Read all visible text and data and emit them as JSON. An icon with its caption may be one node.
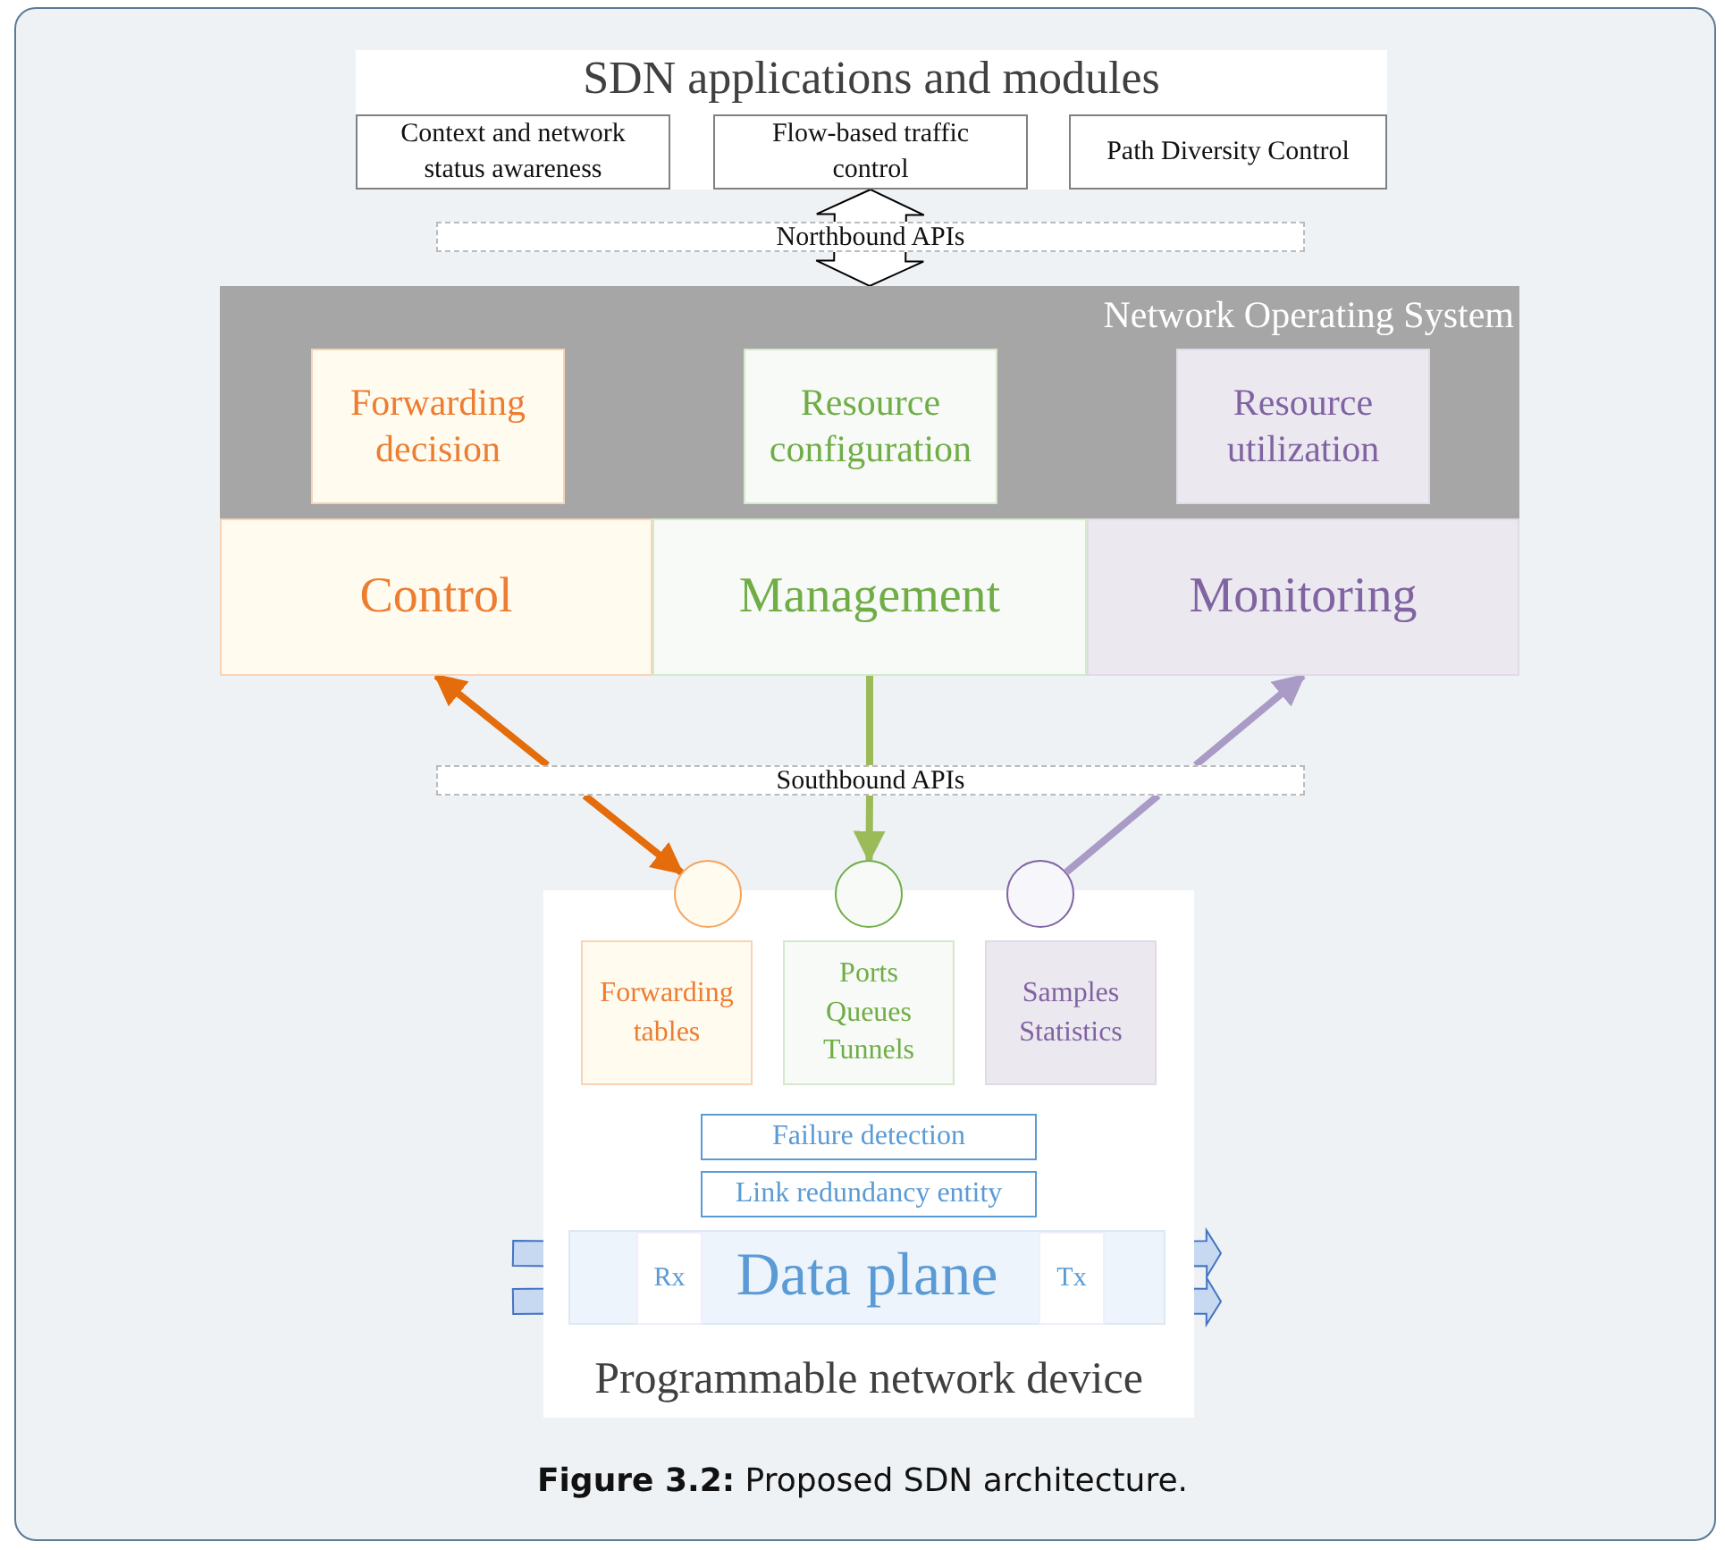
{
  "diagram": {
    "caption": "**Figure 3.2:** Proposed SDN architecture.",
    "nodes": [
      {
        "text": [
          "SDN applications and modules"
        ]
      },
      {
        "text": [
          "Context and network status awareness"
        ],
        "in": 0
      },
      {
        "text": [
          "Flow-based traffic control"
        ],
        "in": 0
      },
      {
        "text": [
          "Path Diversity Control"
        ],
        "in": 0
      },
      {
        "text": [
          "Northbound APIs"
        ]
      },
      {
        "text": [
          "Network Operating System"
        ]
      },
      {
        "text": [
          "Forwarding decision"
        ],
        "in": 5
      },
      {
        "text": [
          "Resource configuration"
        ],
        "in": 5
      },
      {
        "text": [
          "Resource utilization"
        ],
        "in": 5
      },
      {
        "text": [
          "Control"
        ]
      },
      {
        "text": [
          "Management"
        ]
      },
      {
        "text": [
          "Monitoring"
        ]
      },
      {
        "text": [
          "Southbound APIs"
        ]
      },
      {
        "text": [
          "Programmable network device"
        ]
      },
      {
        "text": [],
        "shape": "circle"
      },
      {
        "text": [],
        "shape": "circle"
      },
      {
        "text": [],
        "shape": "circle"
      },
      {
        "text": [
          "Forwarding tables"
        ],
        "in": 13
      },
      {
        "text": [
          "Ports Queues Tunnels"
        ],
        "in": 13
      },
      {
        "text": [
          "Samples Statistics"
        ],
        "in": 13
      },
      {
        "text": [
          "Failure detection"
        ],
        "in": 13
      },
      {
        "text": [
          "Link redundancy entity"
        ],
        "in": 13
      },
      {
        "text": [
          "Data plane"
        ],
        "in": 13
      },
      {
        "text": [
          "Rx"
        ],
        "in": 22
      },
      {
        "text": [
          "Tx"
        ],
        "in": 22
      }
    ],
    "edges": [
      {
        "from": 2,
        "to": 5,
        "arrow": "both"
      },
      {
        "from": 12,
        "to": 9,
        "arrow": "to",
        "color": "#e46c0a"
      },
      {
        "from": 12,
        "to": 14,
        "arrow": "to",
        "color": "#e46c0a"
      },
      {
        "from": 10,
        "to": 12,
        "arrow": "none",
        "color": "#9bbb59"
      },
      {
        "from": 12,
        "to": 15,
        "arrow": "to",
        "color": "#9bbb59"
      },
      {
        "from": 16,
        "to": 12,
        "arrow": "none",
        "color": "#a99bc6"
      },
      {
        "from": 12,
        "to": 11,
        "arrow": "to",
        "color": "#a99bc6"
      },
      {
        "from": null,
        "to": 22,
        "arrow": "to",
        "color": "#4472c4"
      },
      {
        "from": null,
        "to": 22,
        "arrow": "to",
        "color": "#4472c4"
      },
      {
        "from": 22,
        "to": null,
        "arrow": "to",
        "color": "#4472c4"
      },
      {
        "from": 22,
        "to": null,
        "arrow": "to",
        "color": "#4472c4"
      }
    ]
  }
}
